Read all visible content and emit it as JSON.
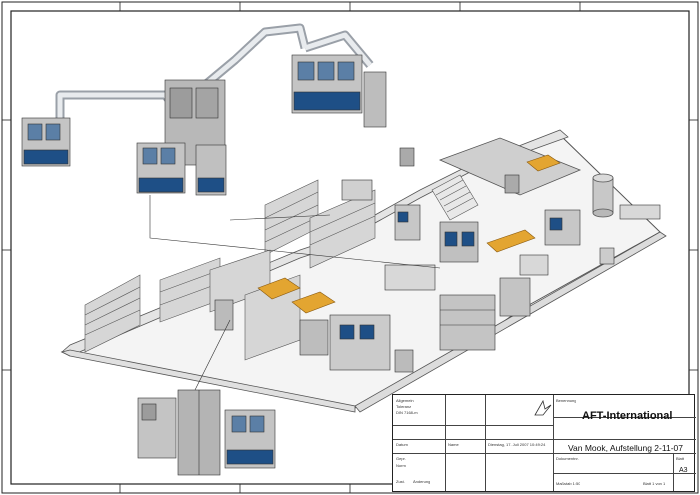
{
  "title_block": {
    "company": "AFT-International",
    "drawing_title": "Van Mook, Aufstellung 2-11-07",
    "format": "A3",
    "date": "Dienstag, 17. Juli 2007 10:49:24",
    "small_labels": [
      "Allgemein",
      "Toleranz",
      "DIN 7168-m",
      "Datum",
      "Gepr.",
      "Norm",
      "Zust.",
      "Änderung",
      "Name",
      "Benennung",
      "Dokumentnr.",
      "Blatt",
      "Maßstab 1:50",
      "Blatt 1 von 1"
    ]
  },
  "colors": {
    "frame": "#222222",
    "floor": "#f3f3f3",
    "wall": "#e6e6e6",
    "machine_blue": "#1e4f86",
    "desk": "#e3a531",
    "duct": "#d9dde2"
  }
}
